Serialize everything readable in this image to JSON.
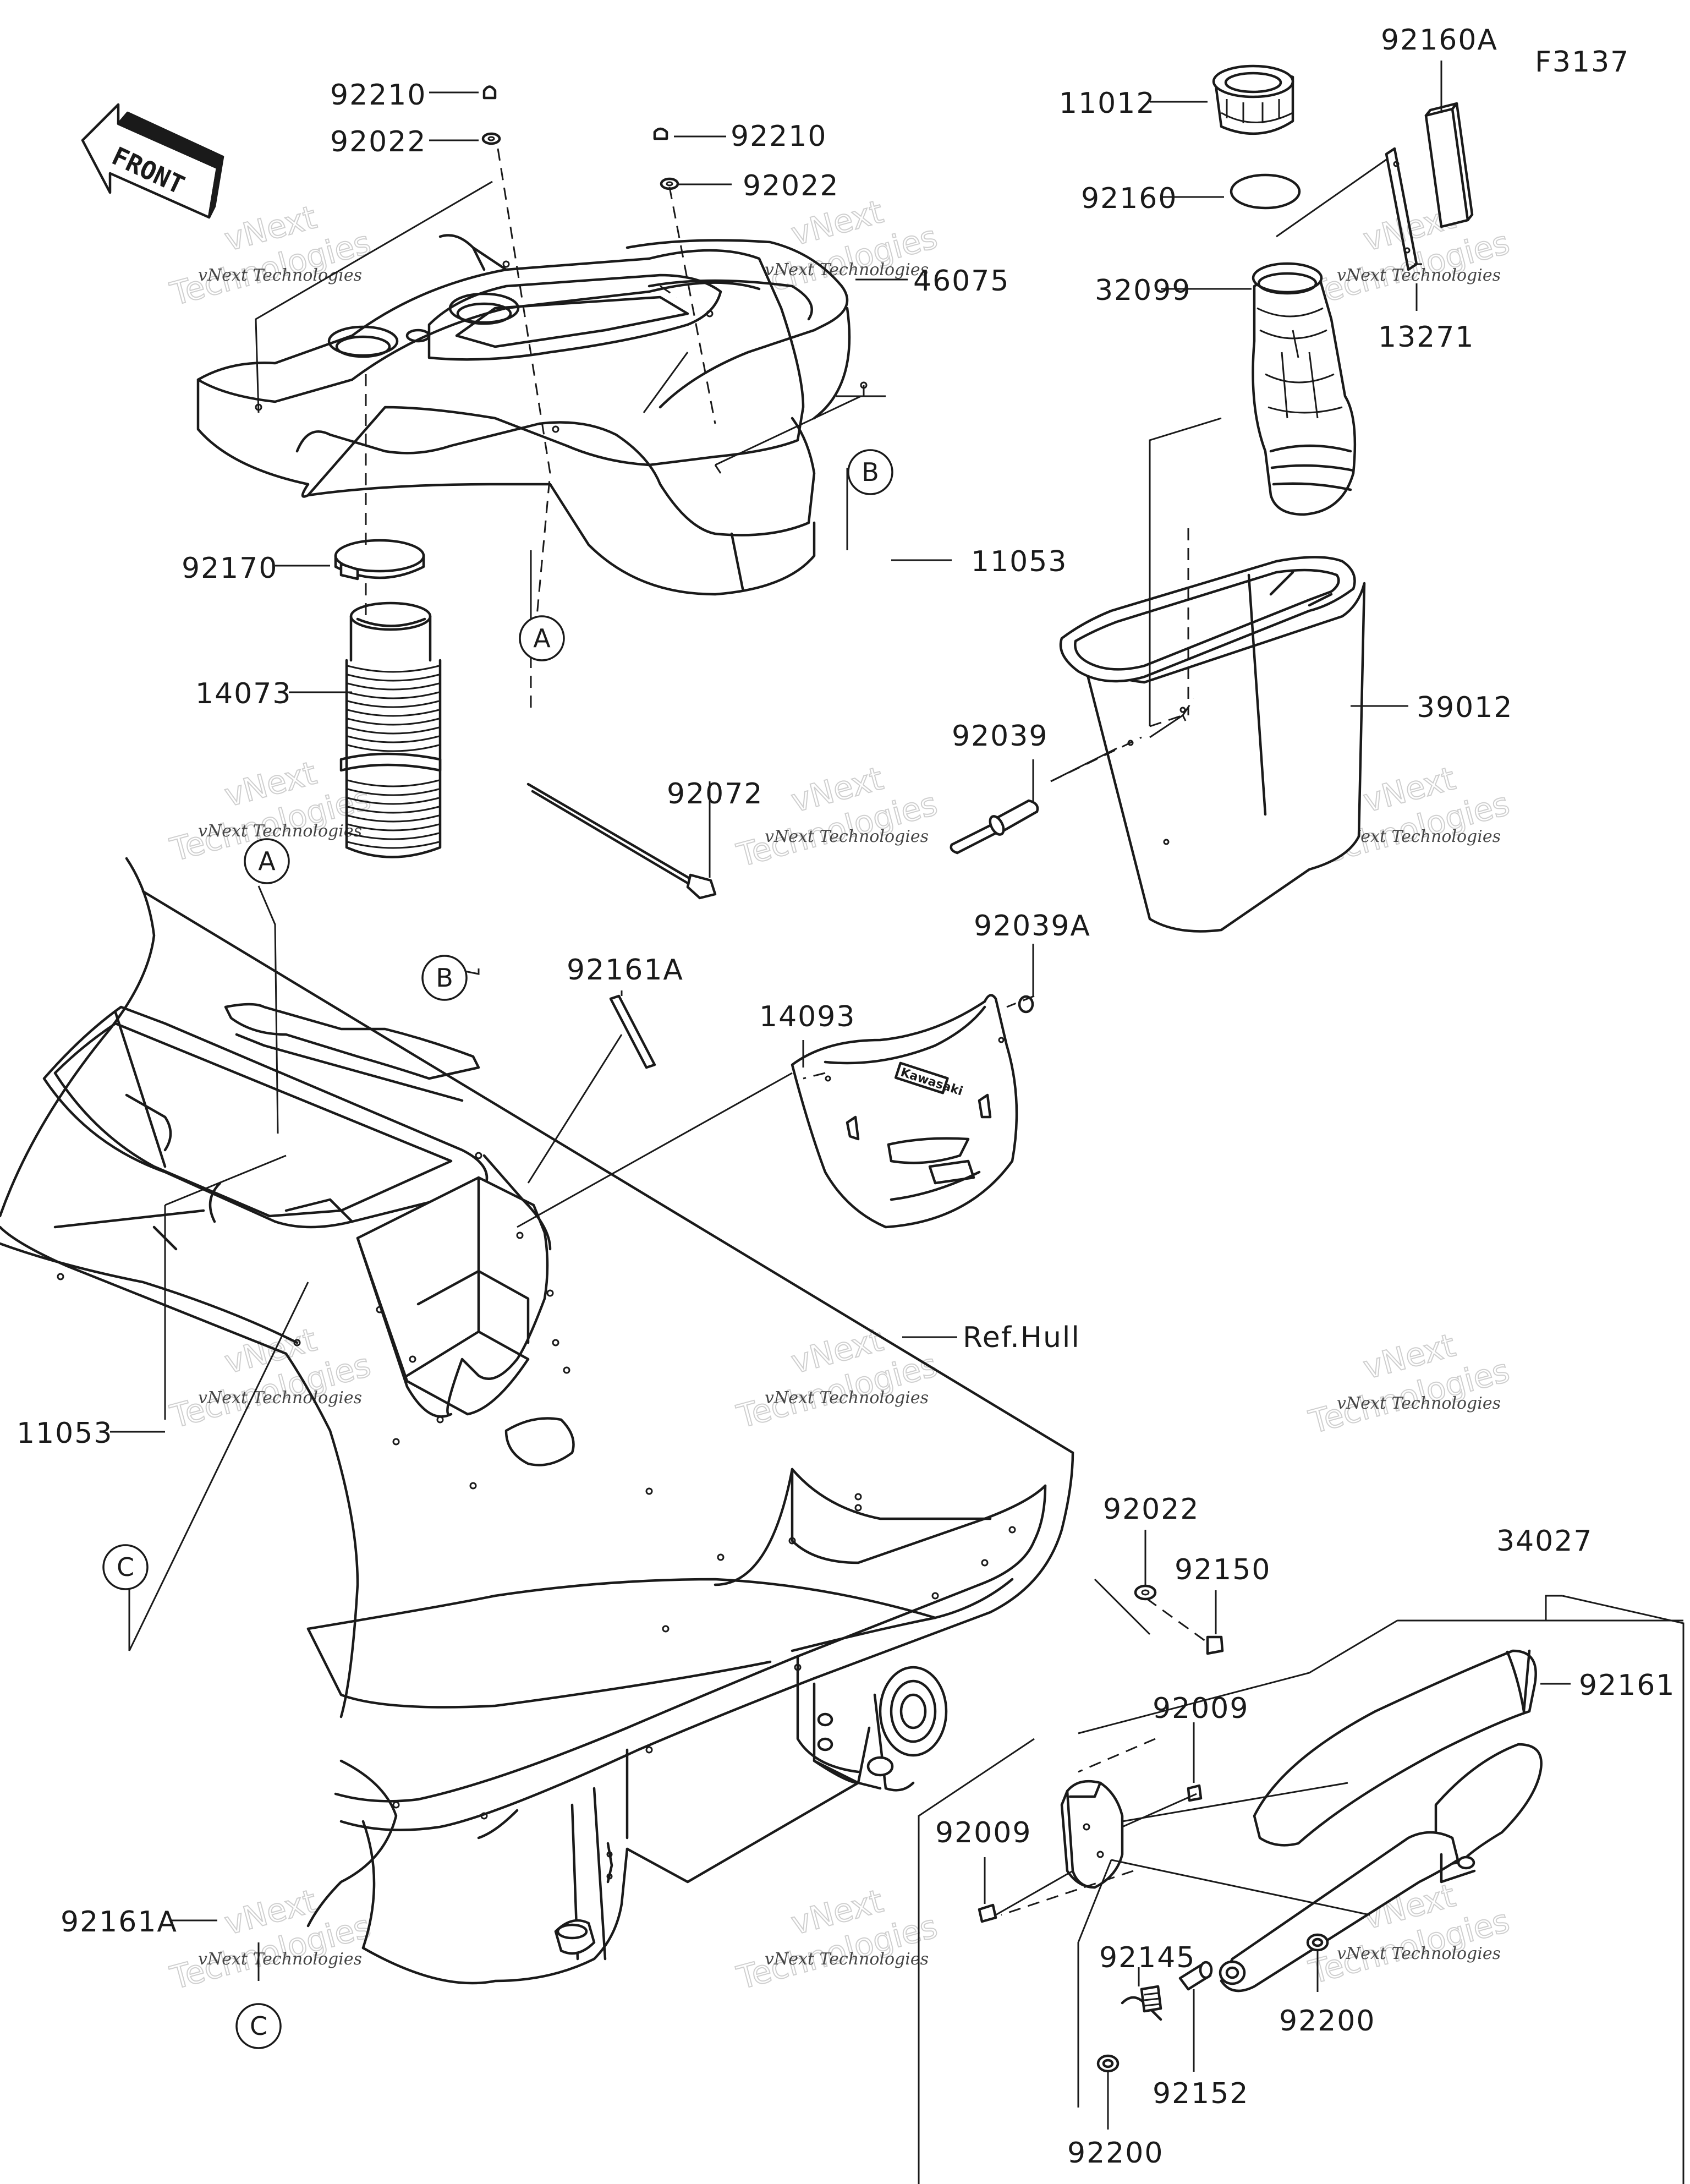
{
  "diagram_code": "F3137",
  "front_label": "FRONT",
  "watermark": {
    "line1": "vNext Technologies",
    "big1": "vNext",
    "big2": "Technologies"
  },
  "parts": [
    {
      "id": "p92210a",
      "number": "92210"
    },
    {
      "id": "p92022a",
      "number": "92022"
    },
    {
      "id": "p92210b",
      "number": "92210"
    },
    {
      "id": "p92022b",
      "number": "92022"
    },
    {
      "id": "p46075",
      "number": "46075"
    },
    {
      "id": "p11053a",
      "number": "11053"
    },
    {
      "id": "p92170",
      "number": "92170"
    },
    {
      "id": "p14073",
      "number": "14073"
    },
    {
      "id": "p92072",
      "number": "92072"
    },
    {
      "id": "p11012",
      "number": "11012"
    },
    {
      "id": "p92160",
      "number": "92160"
    },
    {
      "id": "p92160A",
      "number": "92160A"
    },
    {
      "id": "p32099",
      "number": "32099"
    },
    {
      "id": "p13271",
      "number": "13271"
    },
    {
      "id": "p39012",
      "number": "39012"
    },
    {
      "id": "p92039",
      "number": "92039"
    },
    {
      "id": "p92039A",
      "number": "92039A"
    },
    {
      "id": "p14093",
      "number": "14093"
    },
    {
      "id": "p92161Aa",
      "number": "92161A"
    },
    {
      "id": "pRefHull",
      "number": "Ref.Hull"
    },
    {
      "id": "p11053b",
      "number": "11053"
    },
    {
      "id": "p92161Ab",
      "number": "92161A"
    },
    {
      "id": "p92022c",
      "number": "92022"
    },
    {
      "id": "p92150",
      "number": "92150"
    },
    {
      "id": "p34027",
      "number": "34027"
    },
    {
      "id": "p92161",
      "number": "92161"
    },
    {
      "id": "p92009a",
      "number": "92009"
    },
    {
      "id": "p92009b",
      "number": "92009"
    },
    {
      "id": "p92145",
      "number": "92145"
    },
    {
      "id": "p92200a",
      "number": "92200"
    },
    {
      "id": "p92152",
      "number": "92152"
    },
    {
      "id": "p92200b",
      "number": "92200"
    }
  ],
  "refs": [
    {
      "id": "refA1",
      "letter": "A"
    },
    {
      "id": "refA2",
      "letter": "A"
    },
    {
      "id": "refB1",
      "letter": "B"
    },
    {
      "id": "refB2",
      "letter": "B"
    },
    {
      "id": "refC1",
      "letter": "C"
    },
    {
      "id": "refC2",
      "letter": "C"
    }
  ],
  "logo_text": "Kawasaki"
}
